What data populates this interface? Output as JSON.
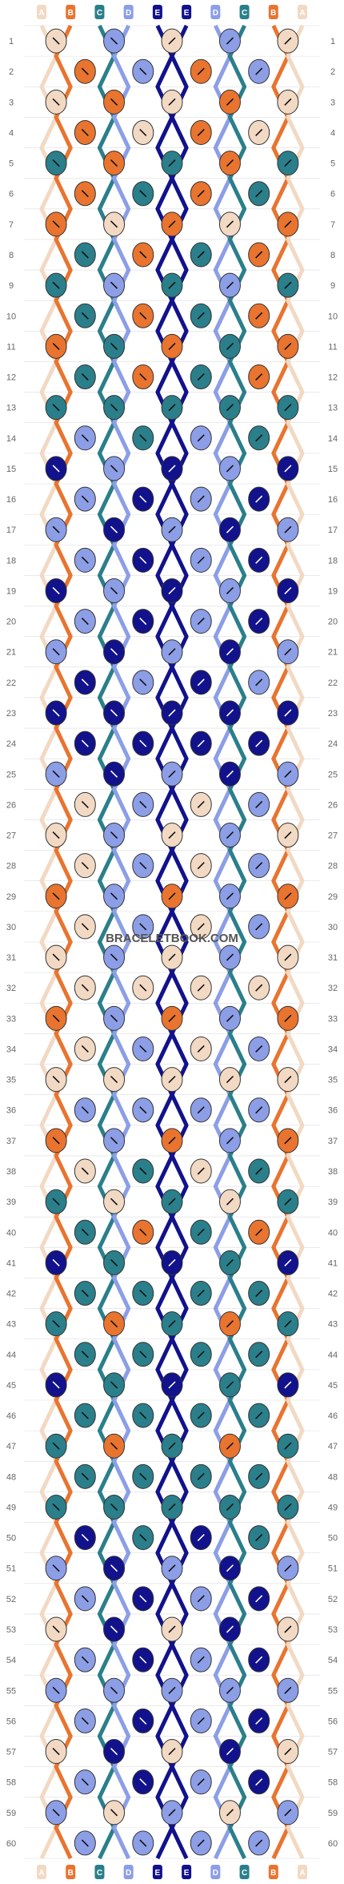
{
  "pattern": {
    "strand_letters": [
      "A",
      "B",
      "C",
      "D",
      "E",
      "E",
      "D",
      "C",
      "B",
      "A"
    ],
    "row_count": 60,
    "watermark": "BRACELETBOOK.COM",
    "colors": {
      "A": "#f2d9c3",
      "B": "#e8742f",
      "C": "#2a7f8a",
      "D": "#8c9ee6",
      "E": "#12128c"
    },
    "rows": [
      "AD",
      "BD",
      "AB",
      "BA",
      "CB",
      "BC",
      "BA",
      "CB",
      "CD",
      "CB",
      "BC",
      "CB",
      "CC",
      "DC",
      "ED",
      "DE",
      "DE",
      "DE",
      "ED",
      "DE",
      "DE",
      "ED",
      "EE",
      "EE",
      "DE",
      "AD",
      "AD",
      "AD",
      "BD",
      "AD",
      "AD",
      "AA",
      "BD",
      "AD",
      "AA",
      "DD",
      "BD",
      "AC",
      "CA",
      "CB",
      "EC",
      "CC",
      "CB",
      "CC",
      "EC",
      "CC",
      "CB",
      "CC",
      "CC",
      "EC",
      "DE",
      "DE",
      "AE",
      "DE",
      "DD",
      "DE",
      "AE",
      "DE",
      "DA",
      "DD"
    ]
  }
}
